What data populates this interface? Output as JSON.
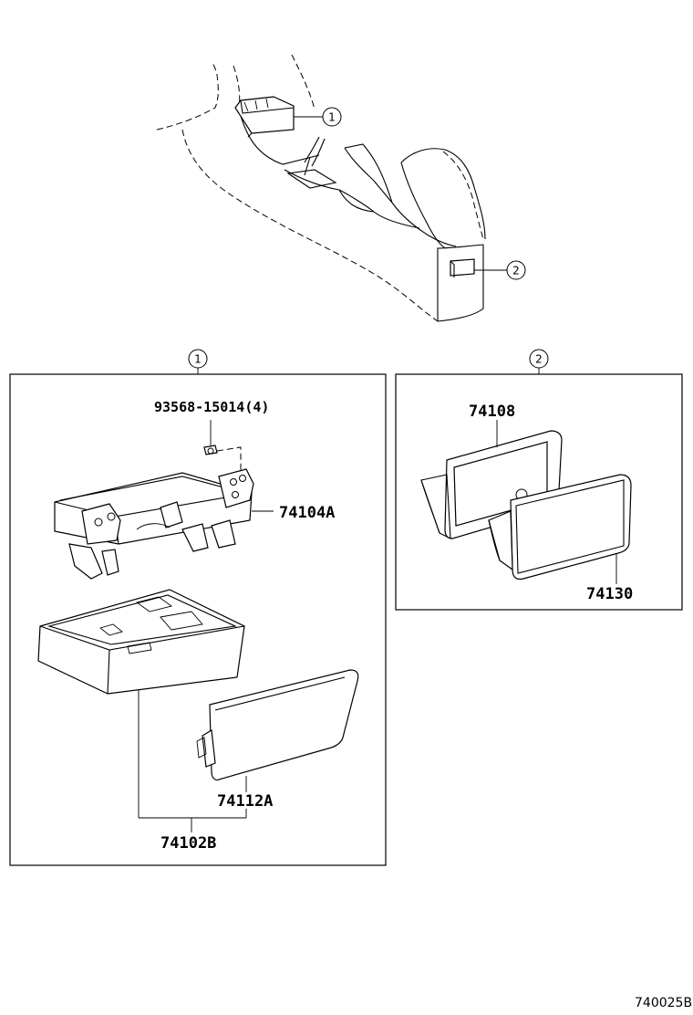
{
  "callouts": {
    "overview_1": "1",
    "overview_2": "2",
    "section_1": "1",
    "section_2": "2"
  },
  "section1": {
    "screw_part": "93568-15014(4)",
    "bracket_part": "74104A",
    "lid_part": "74112A",
    "assembly_part": "74102B"
  },
  "section2": {
    "frame_part": "74108",
    "box_part": "74130"
  },
  "figure_code": "740025B"
}
